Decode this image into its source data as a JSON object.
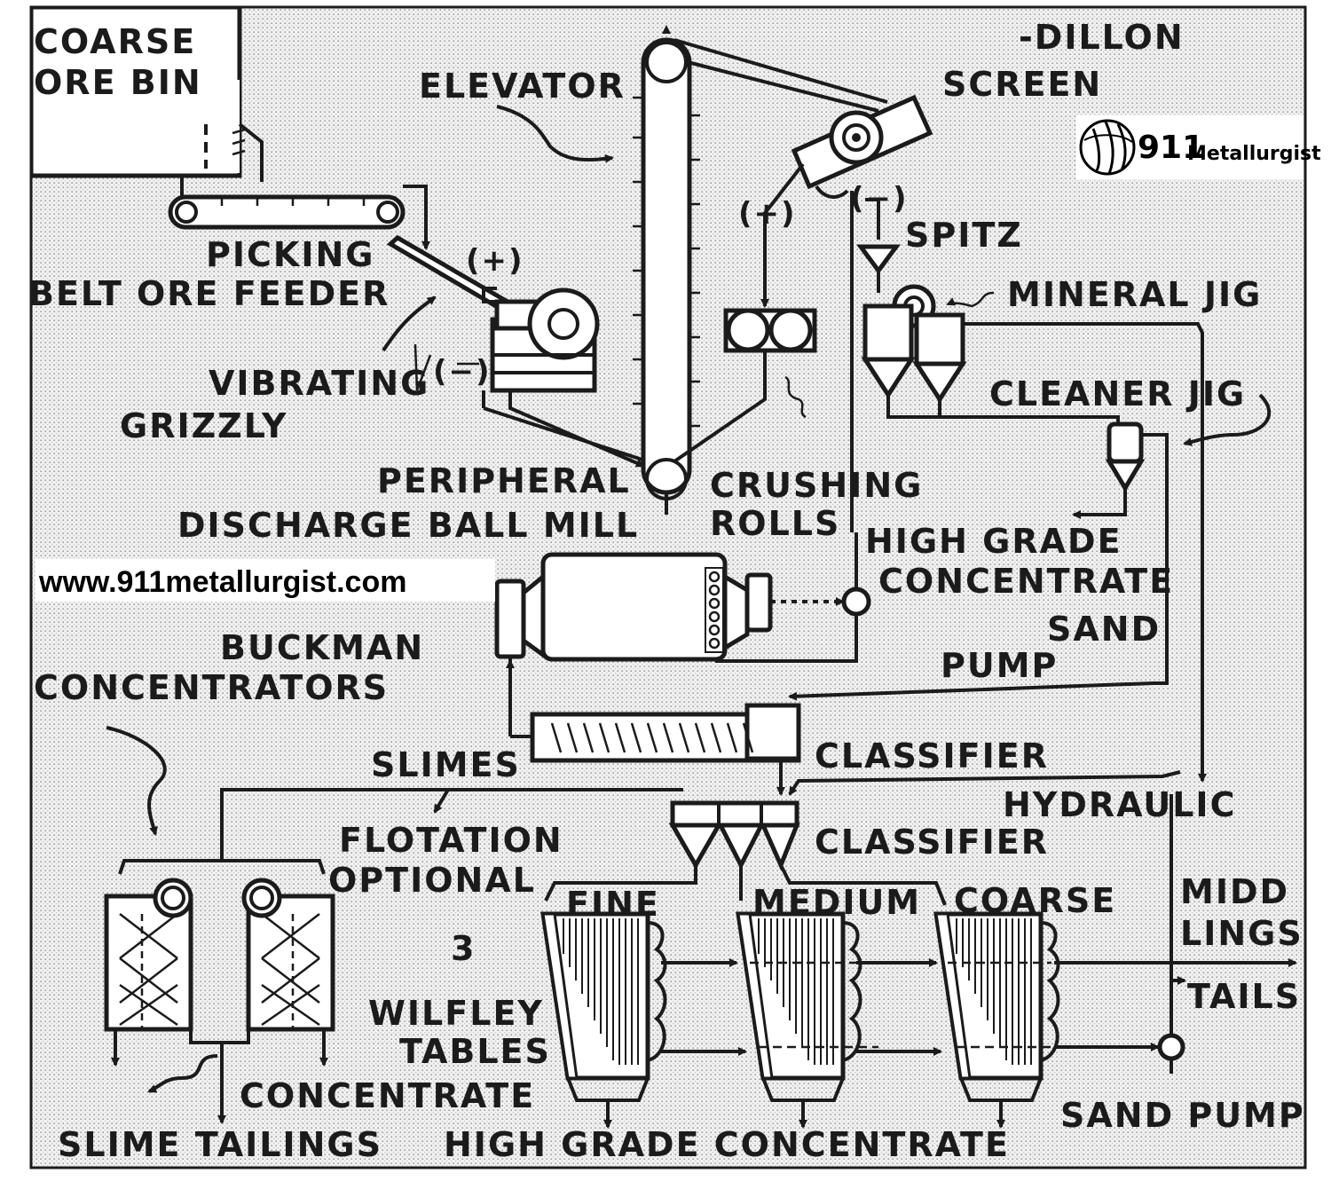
{
  "labels": {
    "coarse_ore_bin_1": "COARSE",
    "coarse_ore_bin_2": "ORE BIN",
    "elevator": "ELEVATOR",
    "dillon_screen_1": "-DILLON",
    "dillon_screen_2": "SCREEN",
    "picking_belt_1": "PICKING",
    "picking_belt_2": "BELT ORE FEEDER",
    "plus_1": "(+)",
    "plus_2": "(+)",
    "minus_1": "(−)",
    "minus_2": "(−)",
    "spitz": "SPITZ",
    "mineral_jig": "MINERAL JIG",
    "vibrating_grizzly_1": "VIBRATING",
    "vibrating_grizzly_2": "GRIZZLY",
    "cleaner_jig": "CLEANER JIG",
    "peripheral_ball_mill_1": "PERIPHERAL",
    "peripheral_ball_mill_2": "DISCHARGE BALL MILL",
    "crushing_rolls_1": "CRUSHING",
    "crushing_rolls_2": "ROLLS",
    "high_grade_concentrate_1": "HIGH GRADE",
    "high_grade_concentrate_2": "CONCENTRATE",
    "sand_pump_1": "SAND",
    "sand_pump_2": "PUMP",
    "buckman_1": "BUCKMAN",
    "buckman_2": "CONCENTRATORS",
    "classifier": "CLASSIFIER",
    "slimes": "SLIMES",
    "hydraulic": "HYDRAULIC",
    "hydraulic_classifier": "CLASSIFIER",
    "flotation": "FLOTATION",
    "optional": "OPTIONAL",
    "fine": "FINE",
    "medium": "MEDIUM",
    "coarse": "COARSE",
    "middlings_1": "MIDD",
    "middlings_2": "LINGS",
    "tails": "TAILS",
    "table_count": "3",
    "wilfley_1": "WILFLEY",
    "wilfley_2": "TABLES",
    "concentrate": "CONCENTRATE",
    "sand_pump_bottom": "SAND PUMP",
    "slime_tailings": "SLIME TAILINGS",
    "high_grade_concentrate_bottom": "HIGH GRADE CONCENTRATE"
  },
  "watermark": {
    "url": "www.911metallurgist.com",
    "logo_number": "911",
    "logo_word": "Metallurgist"
  },
  "colors": {
    "ink": "#1b1b1b",
    "paper": "#ffffff"
  }
}
